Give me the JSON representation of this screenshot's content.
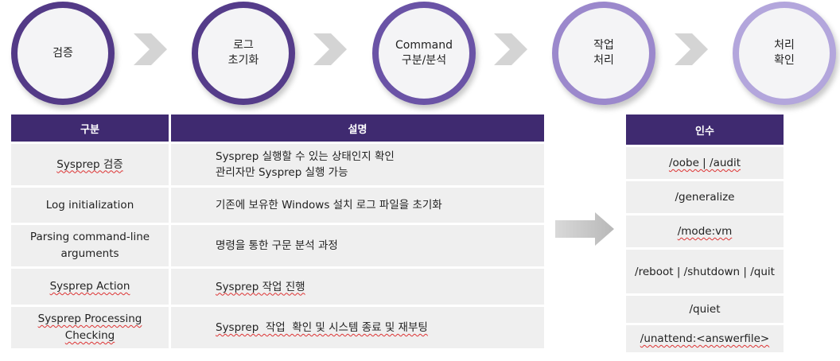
{
  "steps": [
    {
      "label": "검증"
    },
    {
      "label": "로그\n초기화"
    },
    {
      "label": "Command\n구분/분석"
    },
    {
      "label": "작업\n처리"
    },
    {
      "label": "처리\n확인"
    }
  ],
  "colors": {
    "header_bg": "#3f2a70",
    "row_bg": "#efefef",
    "ring_dark": "#533a87",
    "ring_light": "#b3a6dc"
  },
  "main_table": {
    "headers": [
      "구분",
      "설명"
    ],
    "rows": [
      {
        "category": "Sysprep 검증",
        "description": "Sysprep 실행할 수 있는 상태인지 확인\n관리자만 Sysprep 실행 가능"
      },
      {
        "category": "Log initialization",
        "description": "기존에 보유한 Windows 설치 로그 파일을 초기화"
      },
      {
        "category": "Parsing command-line\narguments",
        "description": "명령을 통한 구문 분석 과정"
      },
      {
        "category": "Sysprep Action",
        "description": "Sysprep 작업 진행"
      },
      {
        "category": "Sysprep  Processing\nChecking",
        "description": "Sysprep  작업  확인 및 시스템 종료 및 재부팅"
      }
    ]
  },
  "args_table": {
    "header": "인수",
    "rows": [
      "/oobe | /audit",
      "/generalize",
      "/mode:vm",
      "/reboot | /shutdown | /quit",
      "/quiet",
      "/unattend:<answerfile>"
    ]
  }
}
